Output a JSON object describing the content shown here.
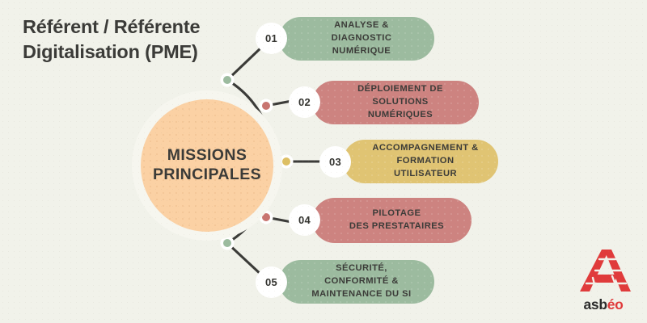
{
  "meta": {
    "background_color": "#f1f2ea",
    "text_color": "#3b3b38"
  },
  "header": {
    "title_line1": "Référent / Référente",
    "title_line2": "Digitalisation (PME)"
  },
  "hub": {
    "label_line1": "MISSIONS",
    "label_line2": "PRINCIPALES",
    "fill_color": "#fbd1a4",
    "ring_color": "#f6f6ef"
  },
  "missions": [
    {
      "number": "01",
      "line1": "ANALYSE & DIAGNOSTIC",
      "line2": "NUMÉRIQUE",
      "color": "#9cbb9f",
      "dot_color": "#9cbb9f"
    },
    {
      "number": "02",
      "line1": "DÉPLOIEMENT DE SOLUTIONS",
      "line2": "NUMÉRIQUES",
      "color": "#cd8380",
      "dot_color": "#c8746f"
    },
    {
      "number": "03",
      "line1": "ACCOMPAGNEMENT &",
      "line2": "FORMATION UTILISATEUR",
      "color": "#e0c473",
      "dot_color": "#ddbf63"
    },
    {
      "number": "04",
      "line1": "PILOTAGE",
      "line2": "DES PRESTATAIRES",
      "color": "#cd8380",
      "dot_color": "#c8746f"
    },
    {
      "number": "05",
      "line1": "SÉCURITÉ, CONFORMITÉ &",
      "line2": "MAINTENANCE DU SI",
      "color": "#9cbb9f",
      "dot_color": "#9cbb9f"
    }
  ],
  "logo": {
    "word_part1": "asb",
    "word_part2": "éo",
    "mark_color": "#e03b3b",
    "word_color_1": "#2c2c2c",
    "word_color_2": "#e03b3b"
  }
}
